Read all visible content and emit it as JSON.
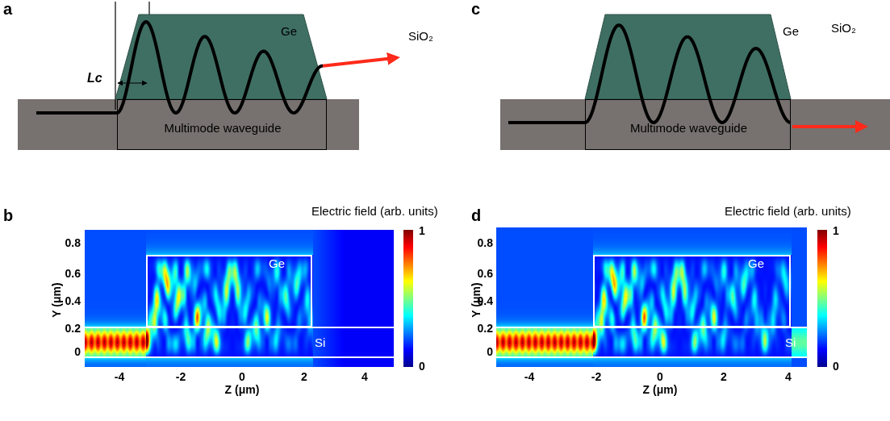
{
  "diagram": {
    "nodes": [
      {
        "text": [
          "Ge"
        ]
      },
      {
        "text": [
          "Multimode waveguide"
        ]
      },
      {
        "text": [
          "Ge"
        ]
      },
      {
        "text": [
          "Multimode waveguide"
        ]
      },
      {
        "text": [
          "Ge"
        ]
      },
      {
        "text": [
          "Si"
        ]
      },
      {
        "text": [
          "Ge"
        ]
      },
      {
        "text": [
          "Si"
        ]
      }
    ],
    "labels": [
      "a",
      "Lc",
      "SiO₂",
      "c",
      "SiO₂",
      "b",
      "Electric field (arb. units)",
      "1",
      "0",
      "Y (μm)",
      "0.8",
      "0.6",
      "0.4",
      "0.2",
      "0",
      "-4",
      "-2",
      "0",
      "2",
      "4",
      "Z (μm)",
      "d",
      "Electric field (arb. units)",
      "1",
      "0",
      "Y (μm)",
      "0.8",
      "0.6",
      "0.4",
      "0.2",
      "0",
      "-4",
      "-2",
      "0",
      "2",
      "4",
      "Z (μm)"
    ]
  }
}
